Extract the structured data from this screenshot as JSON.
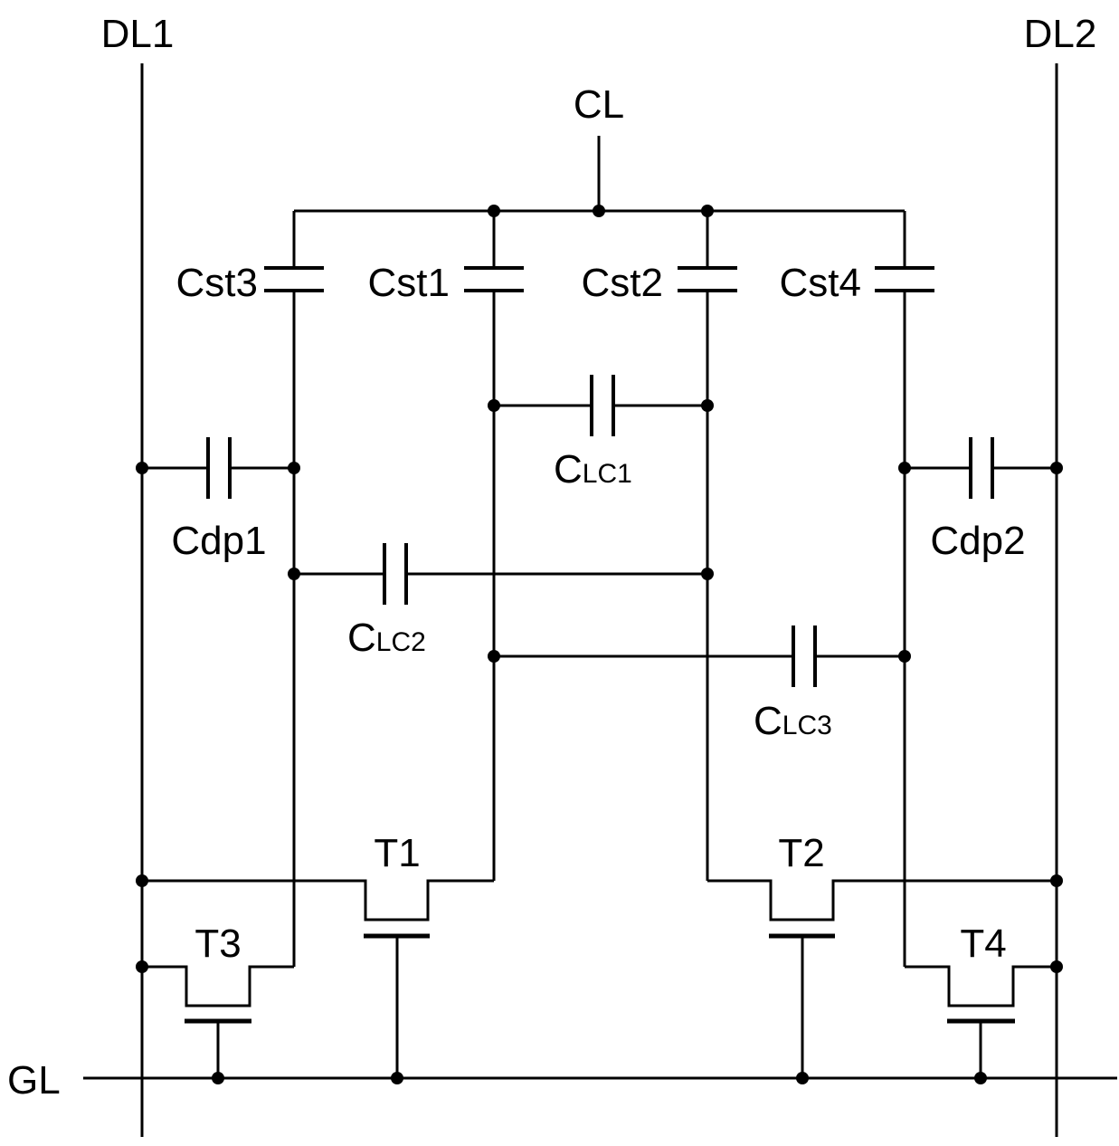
{
  "labels": {
    "dl1": "DL1",
    "dl2": "DL2",
    "cl": "CL",
    "gl": "GL",
    "cst1": "Cst1",
    "cst2": "Cst2",
    "cst3": "Cst3",
    "cst4": "Cst4",
    "cdp1": "Cdp1",
    "cdp2": "Cdp2",
    "clc1": {
      "main": "C",
      "sub": "LC1"
    },
    "clc2": {
      "main": "C",
      "sub": "LC2"
    },
    "clc3": {
      "main": "C",
      "sub": "LC3"
    },
    "t1": "T1",
    "t2": "T2",
    "t3": "T3",
    "t4": "T4"
  },
  "colors": {
    "ink": "#000000",
    "background": "#ffffff"
  }
}
